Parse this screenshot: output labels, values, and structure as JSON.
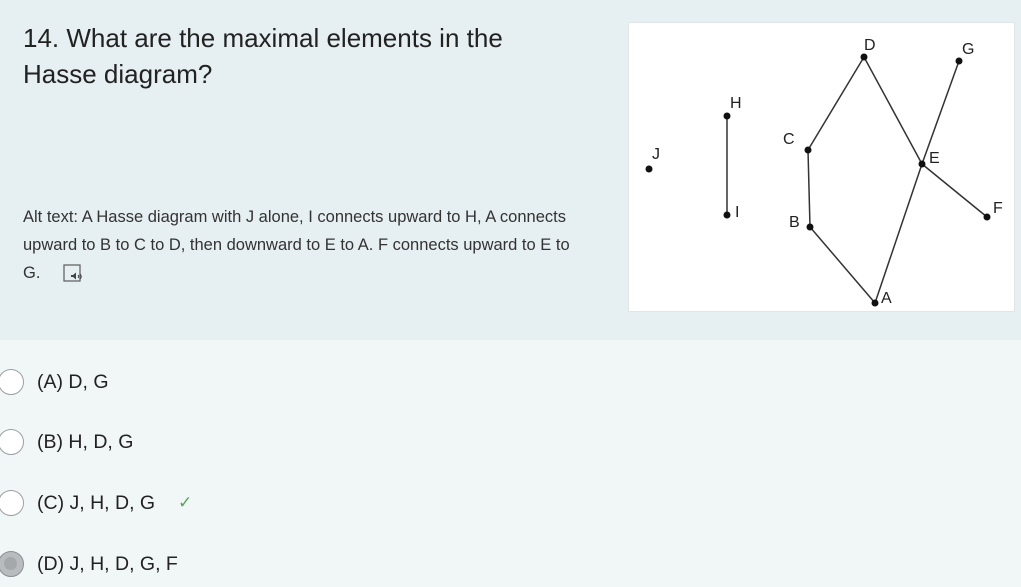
{
  "question": {
    "title": "14. What are the maximal elements in the Hasse diagram?",
    "alt_text": "Alt text: A Hasse diagram with J alone, I connects upward to H, A connects upward to B to C to D, then downward to E to A. F connects upward to E to G."
  },
  "diagram": {
    "labels": {
      "J": "J",
      "H": "H",
      "I": "I",
      "C": "C",
      "B": "B",
      "D": "D",
      "E": "E",
      "G": "G",
      "F": "F",
      "A": "A"
    }
  },
  "options": [
    {
      "label": "(A) D, G",
      "selected": false,
      "marked_correct": false
    },
    {
      "label": "(B) H, D, G",
      "selected": false,
      "marked_correct": false
    },
    {
      "label": "(C) J, H, D, G",
      "selected": false,
      "marked_correct": true
    },
    {
      "label": "(D) J, H, D, G, F",
      "selected": true,
      "marked_correct": false
    }
  ],
  "icons": {
    "check": "✓",
    "tts": "speaker-icon"
  },
  "colors": {
    "check": "#5aa35a",
    "panel_bg": "#e6eff2",
    "page_bg": "#f1f6f7"
  }
}
